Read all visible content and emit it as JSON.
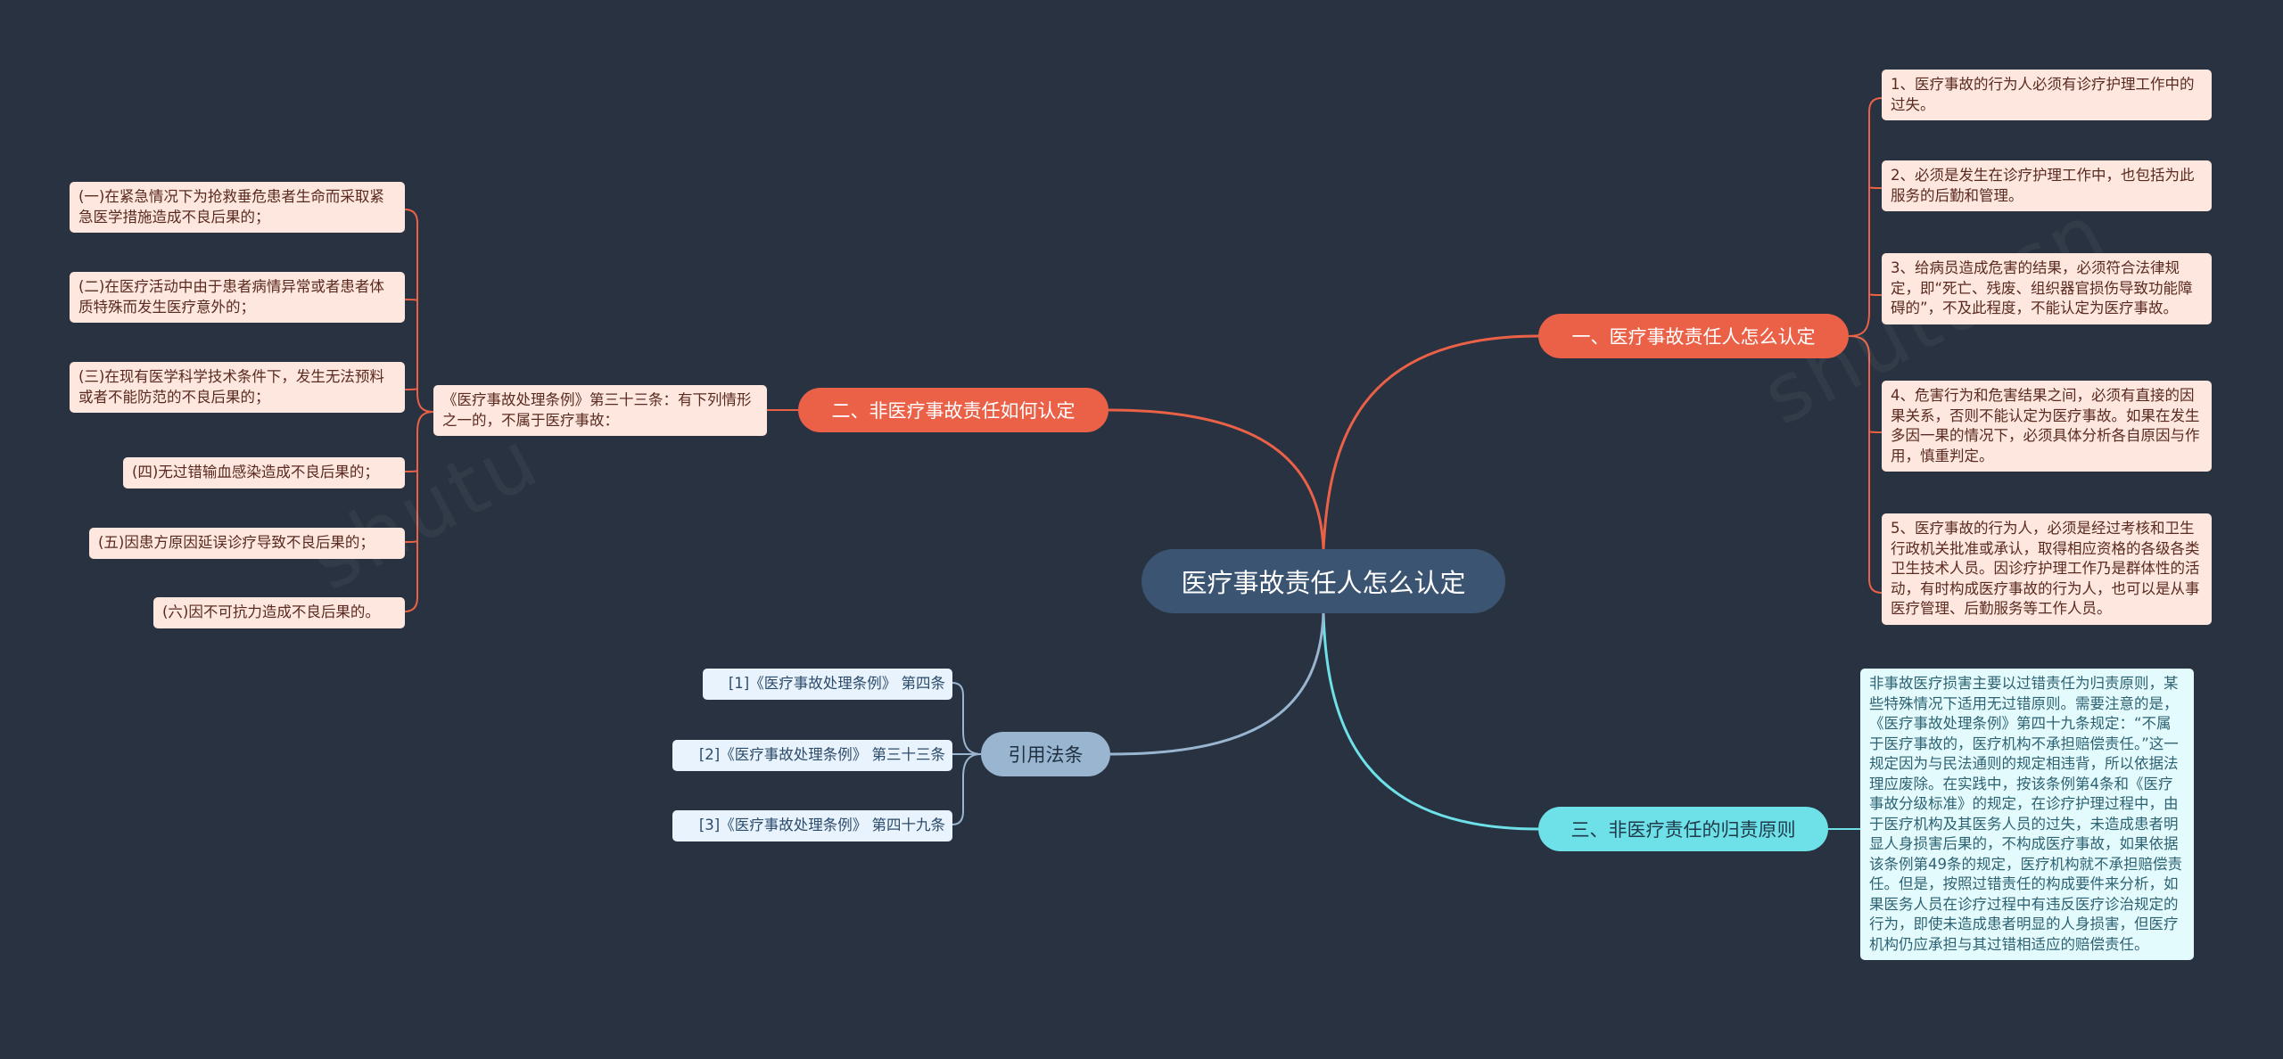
{
  "root": {
    "label": "医疗事故责任人怎么认定"
  },
  "branch1": {
    "label": "一、医疗事故责任人怎么认定",
    "items": [
      "1、医疗事故的行为人必须有诊疗护理工作中的过失。",
      "2、必须是发生在诊疗护理工作中，也包括为此服务的后勤和管理。",
      "3、给病员造成危害的结果，必须符合法律规定，即“死亡、残废、组织器官损伤导致功能障碍的”，不及此程度，不能认定为医疗事故。",
      "4、危害行为和危害结果之间，必须有直接的因果关系，否则不能认定为医疗事故。如果在发生多因一果的情况下，必须具体分析各自原因与作用，慎重判定。",
      "5、医疗事故的行为人，必须是经过考核和卫生行政机关批准或承认，取得相应资格的各级各类卫生技术人员。因诊疗护理工作乃是群体性的活动，有时构成医疗事故的行为人，也可以是从事医疗管理、后勤服务等工作人员。"
    ]
  },
  "branch2": {
    "label": "二、非医疗事故责任如何认定",
    "intro": "《医疗事故处理条例》第三十三条：有下列情形之一的，不属于医疗事故：",
    "items": [
      "(一)在紧急情况下为抢救垂危患者生命而采取紧急医学措施造成不良后果的；",
      "(二)在医疗活动中由于患者病情异常或者患者体质特殊而发生医疗意外的；",
      "(三)在现有医学科学技术条件下，发生无法预料或者不能防范的不良后果的；",
      "(四)无过错输血感染造成不良后果的；",
      "(五)因患方原因延误诊疗导致不良后果的；",
      "(六)因不可抗力造成不良后果的。"
    ]
  },
  "branch3": {
    "label": "三、非医疗责任的归责原则",
    "text": "非事故医疗损害主要以过错责任为归责原则，某些特殊情况下适用无过错原则。需要注意的是，《医疗事故处理条例》第四十九条规定：“不属于医疗事故的，医疗机构不承担赔偿责任。”这一规定因为与民法通则的规定相违背，所以依据法理应废除。在实践中，按该条例第4条和《医疗事故分级标准》的规定，在诊疗护理过程中，由于医疗机构及其医务人员的过失，未造成患者明显人身损害后果的，不构成医疗事故，如果依据该条例第49条的规定，医疗机构就不承担赔偿责任。但是，按照过错责任的构成要件来分析，如果医务人员在诊疗过程中有违反医疗诊治规定的行为，即使未造成患者明显的人身损害，但医疗机构仍应承担与其过错相适应的赔偿责任。"
  },
  "branch4": {
    "label": "引用法条",
    "items": [
      "[1]《医疗事故处理条例》 第四条",
      "[2]《医疗事故处理条例》 第三十三条",
      "[3]《医疗事故处理条例》 第四十九条"
    ]
  },
  "colors": {
    "background": "#283240",
    "root": "#3b5472",
    "orange": "#ea6148",
    "cyan": "#6ee0e8",
    "grey": "#99b5d0",
    "peach_leaf": "#fde7de",
    "mint_leaf": "#e3fbfd",
    "sky_leaf": "#e8f3fd"
  }
}
